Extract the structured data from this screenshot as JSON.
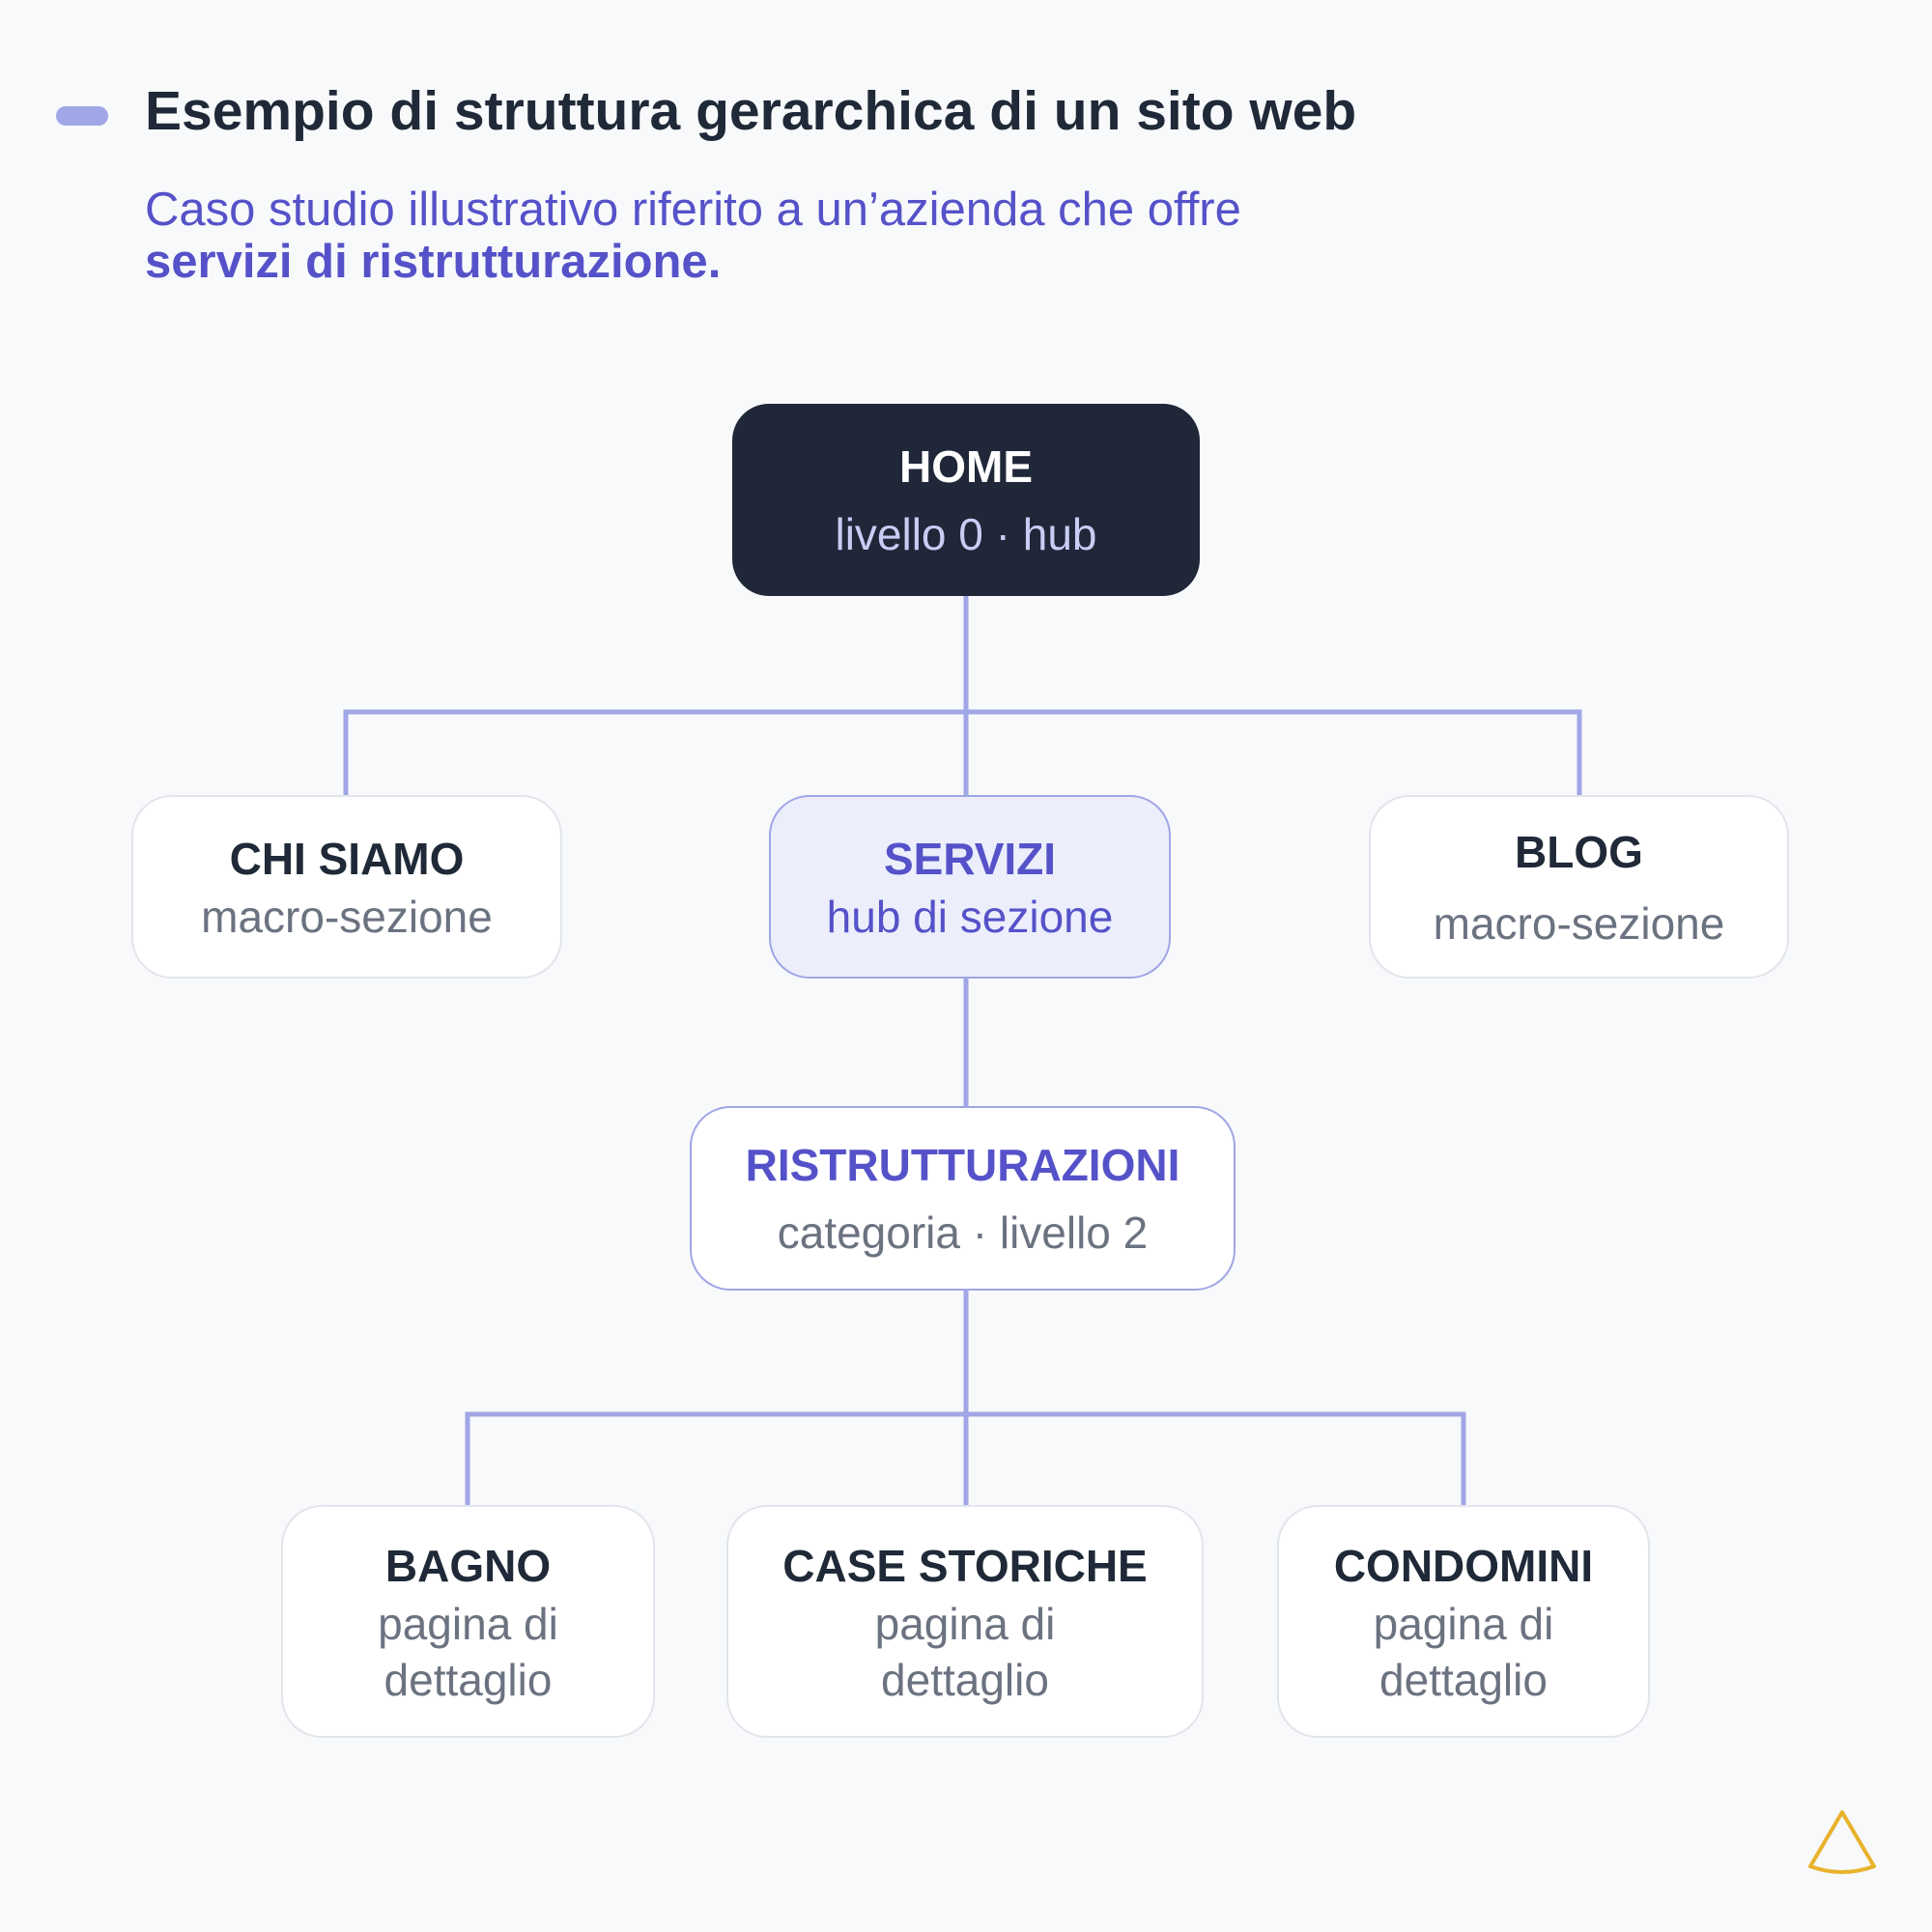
{
  "header": {
    "title": "Esempio di struttura gerarchica di un sito web",
    "subtitle_line1": "Caso studio illustrativo riferito a un’azienda che offre",
    "subtitle_line2": "servizi di ristrutturazione."
  },
  "nodes": {
    "home": {
      "label": "HOME",
      "sub": "livello 0 · hub"
    },
    "chi_siamo": {
      "label": "CHI SIAMO",
      "sub": "macro-sezione"
    },
    "servizi": {
      "label": "SERVIZI",
      "sub": "hub di sezione"
    },
    "blog": {
      "label": "BLOG",
      "sub": "macro-sezione"
    },
    "ristrutturazioni": {
      "label": "RISTRUTTURAZIONI",
      "sub": "categoria · livello 2"
    },
    "bagno": {
      "label": "BAGNO",
      "sub": "pagina di dettaglio"
    },
    "case_storiche": {
      "label": "CASE STORICHE",
      "sub": "pagina di dettaglio"
    },
    "condomini": {
      "label": "CONDOMINI",
      "sub": "pagina di dettaglio"
    }
  },
  "colors": {
    "background": "#f8f9fb",
    "title": "#1f2937",
    "accent": "#5552c9",
    "connector": "#a0a6e6",
    "home_fill": "#1f2738",
    "hub_fill": "#eceefb",
    "logo": "#e8b22c"
  },
  "icons": {
    "accent_marker": "pill-accent-icon",
    "brand_logo": "triangle-logo-icon"
  }
}
